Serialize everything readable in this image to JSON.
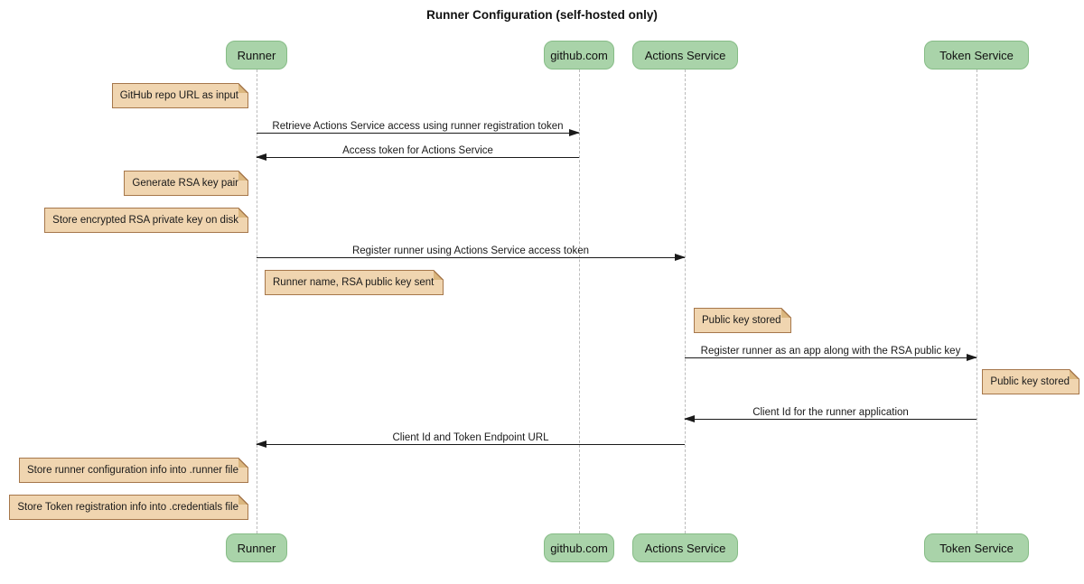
{
  "title": "Runner Configuration (self-hosted only)",
  "participants": [
    {
      "name": "Runner"
    },
    {
      "name": "github.com"
    },
    {
      "name": "Actions Service"
    },
    {
      "name": "Token Service"
    }
  ],
  "messages": [
    {
      "label": "Retrieve Actions Service access using runner registration token",
      "from": "Runner",
      "to": "github.com"
    },
    {
      "label": "Access token for Actions Service",
      "from": "github.com",
      "to": "Runner"
    },
    {
      "label": "Register runner using Actions Service access token",
      "from": "Runner",
      "to": "Actions Service"
    },
    {
      "label": "Register runner as an app along with the RSA public key",
      "from": "Actions Service",
      "to": "Token Service"
    },
    {
      "label": "Client Id for the runner application",
      "from": "Token Service",
      "to": "Actions Service"
    },
    {
      "label": "Client Id and Token Endpoint URL",
      "from": "Actions Service",
      "to": "Runner"
    }
  ],
  "notes": [
    {
      "text": "GitHub repo URL as input",
      "anchor": "Runner",
      "side": "left"
    },
    {
      "text": "Generate RSA key pair",
      "anchor": "Runner",
      "side": "left"
    },
    {
      "text": "Store encrypted RSA private key on disk",
      "anchor": "Runner",
      "side": "left"
    },
    {
      "text": "Runner name, RSA public key sent",
      "anchor": "Runner",
      "side": "right"
    },
    {
      "text": "Public key stored",
      "anchor": "Actions Service",
      "side": "right"
    },
    {
      "text": "Public key stored",
      "anchor": "Token Service",
      "side": "right"
    },
    {
      "text": "Store runner configuration info into .runner file",
      "anchor": "Runner",
      "side": "left"
    },
    {
      "text": "Store Token registration info into .credentials file",
      "anchor": "Runner",
      "side": "left"
    }
  ],
  "colors": {
    "participant_fill": "#A9D3A9",
    "participant_border": "#86BC86",
    "note_fill": "#F0D5B0",
    "note_border": "#A6774B",
    "lifeline": "#BBBBBB",
    "message": "#1A1A1A"
  }
}
